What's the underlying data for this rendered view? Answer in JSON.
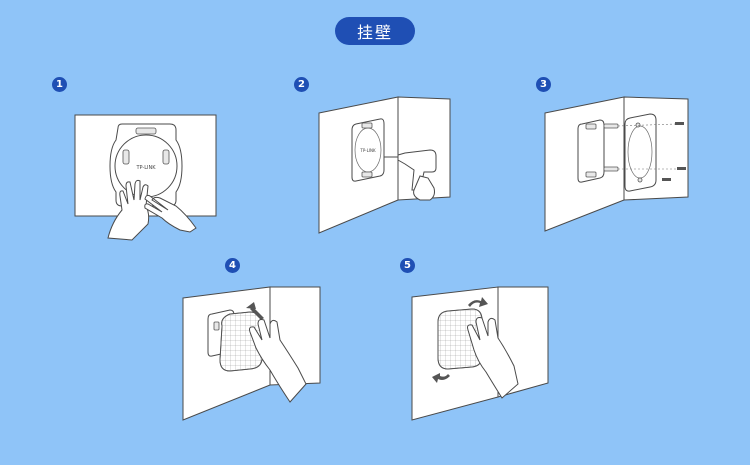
{
  "title": "挂壁",
  "steps": [
    {
      "num": "1",
      "logo": "TP-LINK"
    },
    {
      "num": "2",
      "logo": "TP-LINK"
    },
    {
      "num": "3"
    },
    {
      "num": "4"
    },
    {
      "num": "5"
    }
  ]
}
